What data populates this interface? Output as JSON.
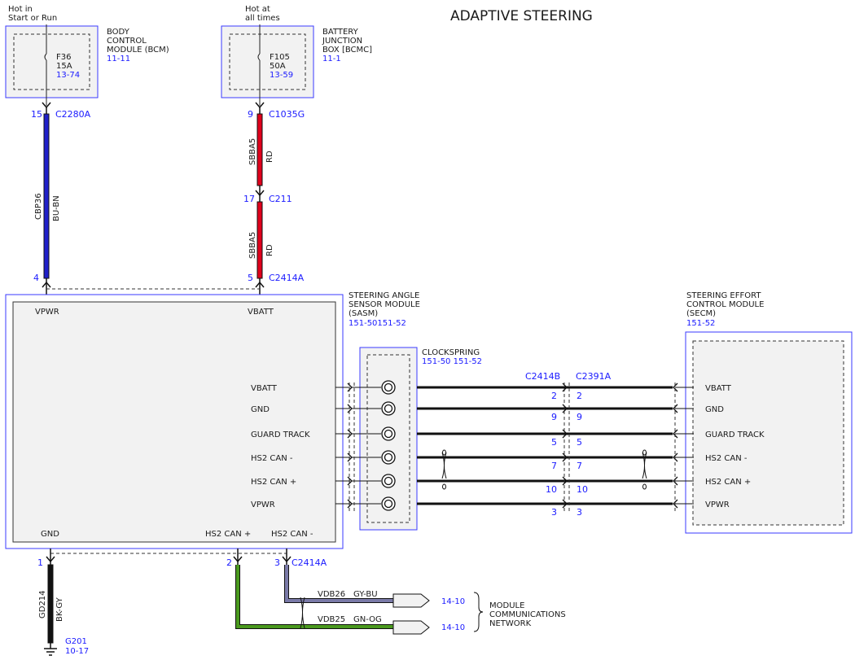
{
  "title": "ADAPTIVE STEERING",
  "power_sources": [
    {
      "hot_line1": "Hot in",
      "hot_line2": "Start or Run",
      "module_line1": "BODY",
      "module_line2": "CONTROL",
      "module_line3": "MODULE (BCM)",
      "module_ref": "11-11",
      "fuse": "F36",
      "rating": "15A",
      "fuse_ref": "13-74"
    },
    {
      "hot_line1": "Hot at",
      "hot_line2": "all times",
      "module_line1": "BATTERY",
      "module_line2": "JUNCTION",
      "module_line3": "BOX [BCMC]",
      "module_ref": "11-1",
      "fuse": "F105",
      "rating": "50A",
      "fuse_ref": "13-59"
    }
  ],
  "wires": [
    {
      "circuit": "CBP36",
      "color": "BU-BN",
      "pin_top": "15",
      "connector_top": "C2280A",
      "pin_bottom": "4"
    },
    {
      "circuit": "SBBA5",
      "color": "RD",
      "pin_top": "9",
      "connector_top": "C1035G",
      "pin_mid": "17",
      "connector_mid": "C211",
      "pin_bottom": "5",
      "connector_bottom": "C2414A"
    },
    {
      "circuit": "SBBA5",
      "color": "RD"
    }
  ],
  "sasm": {
    "line1": "STEERING ANGLE",
    "line2": "SENSOR MODULE",
    "line3": "(SASM)",
    "ref": "151-50151-52",
    "vpwr": "VPWR",
    "vbatt": "VBATT",
    "gnd": "GND",
    "hs2p": "HS2 CAN +",
    "hs2m": "HS2 CAN -"
  },
  "clockspring": {
    "name": "CLOCKSPRING",
    "ref": "151-50 151-52"
  },
  "secm": {
    "line1": "STEERING EFFORT",
    "line2": "CONTROL MODULE",
    "line3": "(SECM)",
    "ref": "151-52"
  },
  "connectors": {
    "left": "C2414B",
    "right": "C2391A"
  },
  "signals": [
    {
      "name": "VBATT",
      "pin_left": "2",
      "pin_right": "2"
    },
    {
      "name": "GND",
      "pin_left": "9",
      "pin_right": "9"
    },
    {
      "name": "GUARD TRACK",
      "pin_left": "5",
      "pin_right": "5"
    },
    {
      "name": "HS2 CAN -",
      "pin_left": "7",
      "pin_right": "7"
    },
    {
      "name": "HS2 CAN +",
      "pin_left": "10",
      "pin_right": "10"
    },
    {
      "name": "VPWR",
      "pin_left": "3",
      "pin_right": "3"
    }
  ],
  "bottom": {
    "pins": [
      "1",
      "2",
      "3"
    ],
    "connector": "C2414A",
    "ground_circuit": "GD214",
    "ground_color": "BK-GY",
    "ground_name": "G201",
    "ground_ref": "10-17",
    "vdb26": "VDB26",
    "vdb26_color": "GY-BU",
    "vdb26_ref": "14-10",
    "vdb25": "VDB25",
    "vdb25_color": "GN-OG",
    "vdb25_ref": "14-10",
    "network_line1": "MODULE",
    "network_line2": "COMMUNICATIONS",
    "network_line3": "NETWORK"
  },
  "colors": {
    "red": "#e0001c",
    "blue": "#2020c8",
    "green": "#4a9a1e",
    "gray_blue": "#7a7aa8",
    "black": "#111111",
    "box_border": "#3a3aff"
  }
}
